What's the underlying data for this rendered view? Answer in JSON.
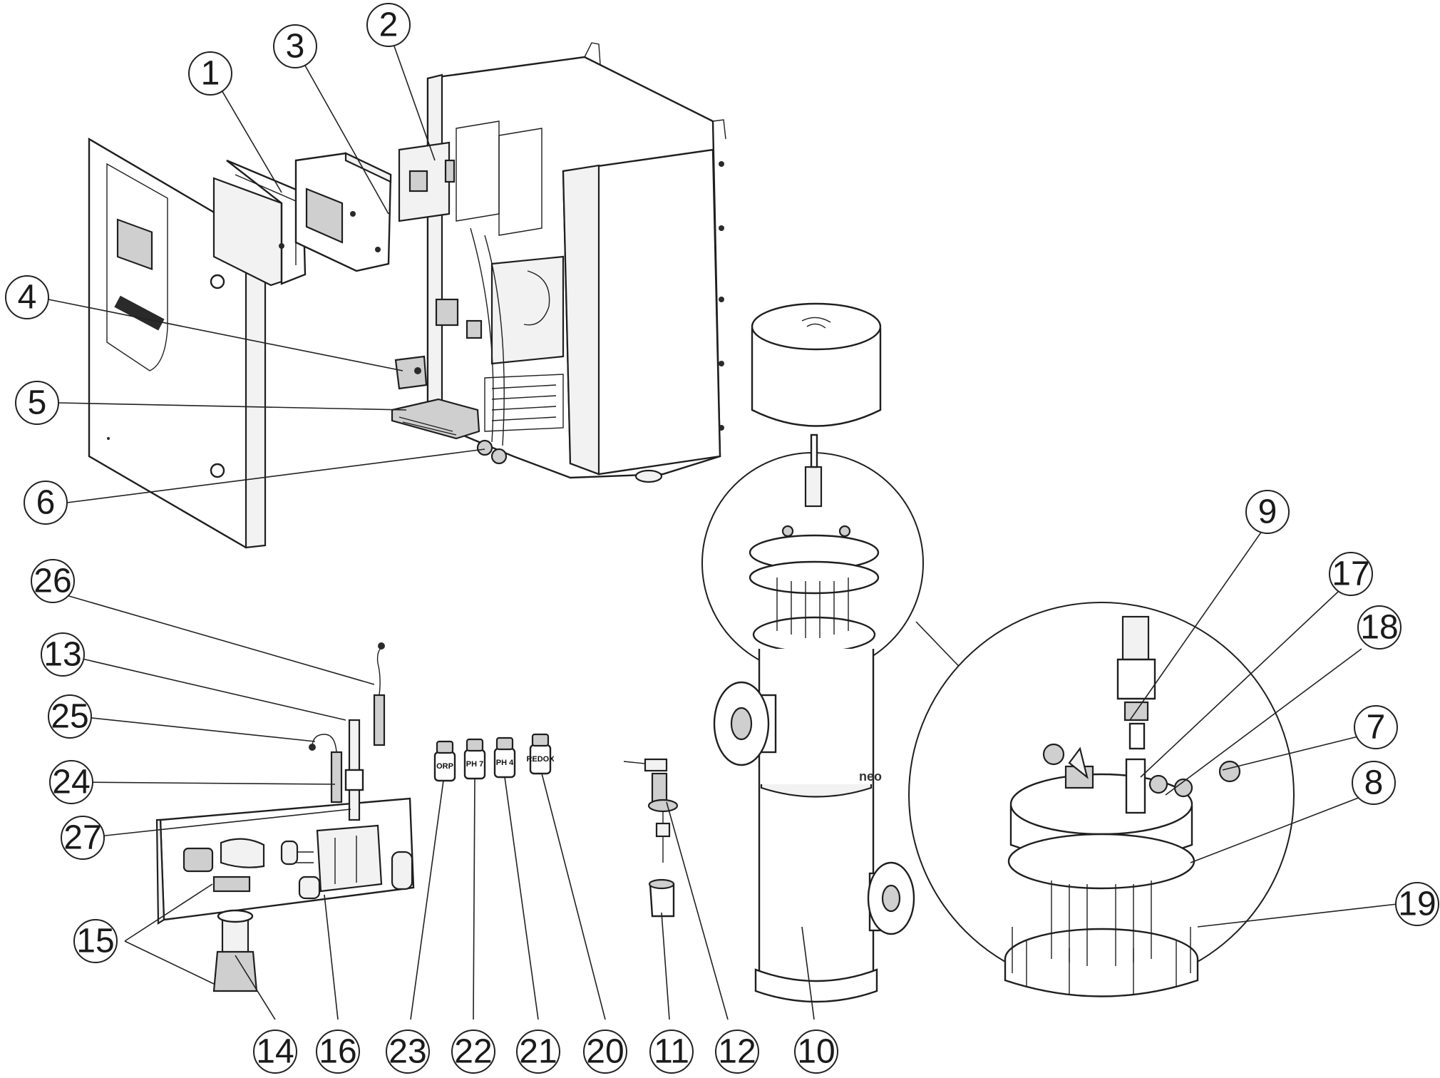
{
  "callouts": {
    "c1": "1",
    "c2": "2",
    "c3": "3",
    "c4": "4",
    "c5": "5",
    "c6": "6",
    "c7": "7",
    "c8": "8",
    "c9": "9",
    "c10": "10",
    "c11": "11",
    "c12": "12",
    "c13": "13",
    "c14": "14",
    "c15": "15",
    "c16": "16",
    "c17": "17",
    "c18": "18",
    "c19": "19",
    "c20": "20",
    "c21": "21",
    "c22": "22",
    "c23": "23",
    "c24": "24",
    "c25": "25",
    "c26": "26",
    "c27": "27"
  },
  "bottle_labels": {
    "b23": "ORP",
    "b22": "PH 7",
    "b21": "PH 4",
    "b20": "REDOX"
  },
  "colors": {
    "line": "#1f1f1f",
    "paper": "#ffffff"
  }
}
